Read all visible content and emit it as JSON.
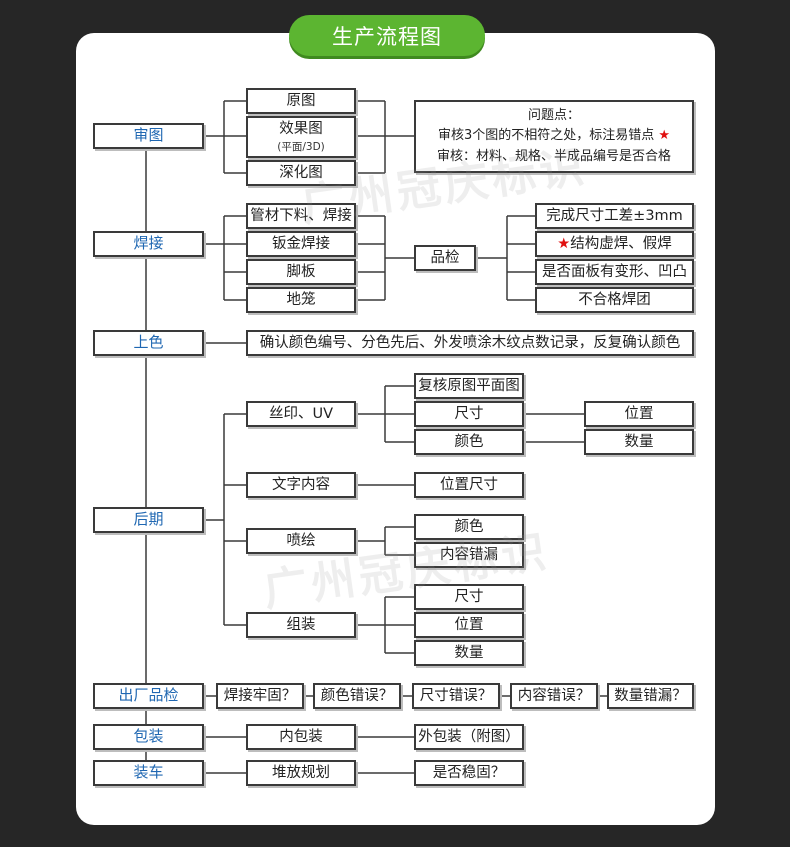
{
  "title": "生产流程图",
  "watermark": "广州冠庆标识",
  "stages": {
    "review": "审图",
    "welding": "焊接",
    "coloring": "上色",
    "post": "后期",
    "factory_qc": "出厂品检",
    "packing": "包装",
    "loading": "装车"
  },
  "review": {
    "items": [
      "原图",
      "效果图",
      "深化图"
    ],
    "effect_sub": "(平面/3D)",
    "note_title": "问题点：",
    "note_line1": "审核3个图的不相符之处，标注易错点",
    "note_line2": "审核：材料、规格、半成品编号是否合格"
  },
  "welding": {
    "items": [
      "管材下料、焊接",
      "钣金焊接",
      "脚板",
      "地笼"
    ],
    "qc": "品检",
    "checks": [
      "完成尺寸工差±3mm",
      "结构虚焊、假焊",
      "是否面板有变形、凹凸",
      "不合格焊团"
    ]
  },
  "coloring": {
    "desc": "确认颜色编号、分色先后、外发喷涂木纹点数记录，反复确认颜色"
  },
  "post": {
    "silk": "丝印、UV",
    "silk_items": [
      "复核原图平面图",
      "尺寸",
      "颜色"
    ],
    "silk_extra": [
      "位置",
      "数量"
    ],
    "text": "文字内容",
    "text_item": "位置尺寸",
    "spray": "喷绘",
    "spray_items": [
      "颜色",
      "内容错漏"
    ],
    "assembly": "组装",
    "assembly_items": [
      "尺寸",
      "位置",
      "数量"
    ]
  },
  "factory_qc": {
    "checks": [
      "焊接牢固？",
      "颜色错误？",
      "尺寸错误？",
      "内容错误？",
      "数量错漏？"
    ]
  },
  "packing": {
    "inner": "内包装",
    "outer": "外包装（附图）"
  },
  "loading": {
    "stack": "堆放规划",
    "stable": "是否稳固？"
  },
  "colors": {
    "background": "#262626",
    "title_green": "#5cb531",
    "stage_text": "#1f67b2",
    "star_red": "#e01010"
  }
}
